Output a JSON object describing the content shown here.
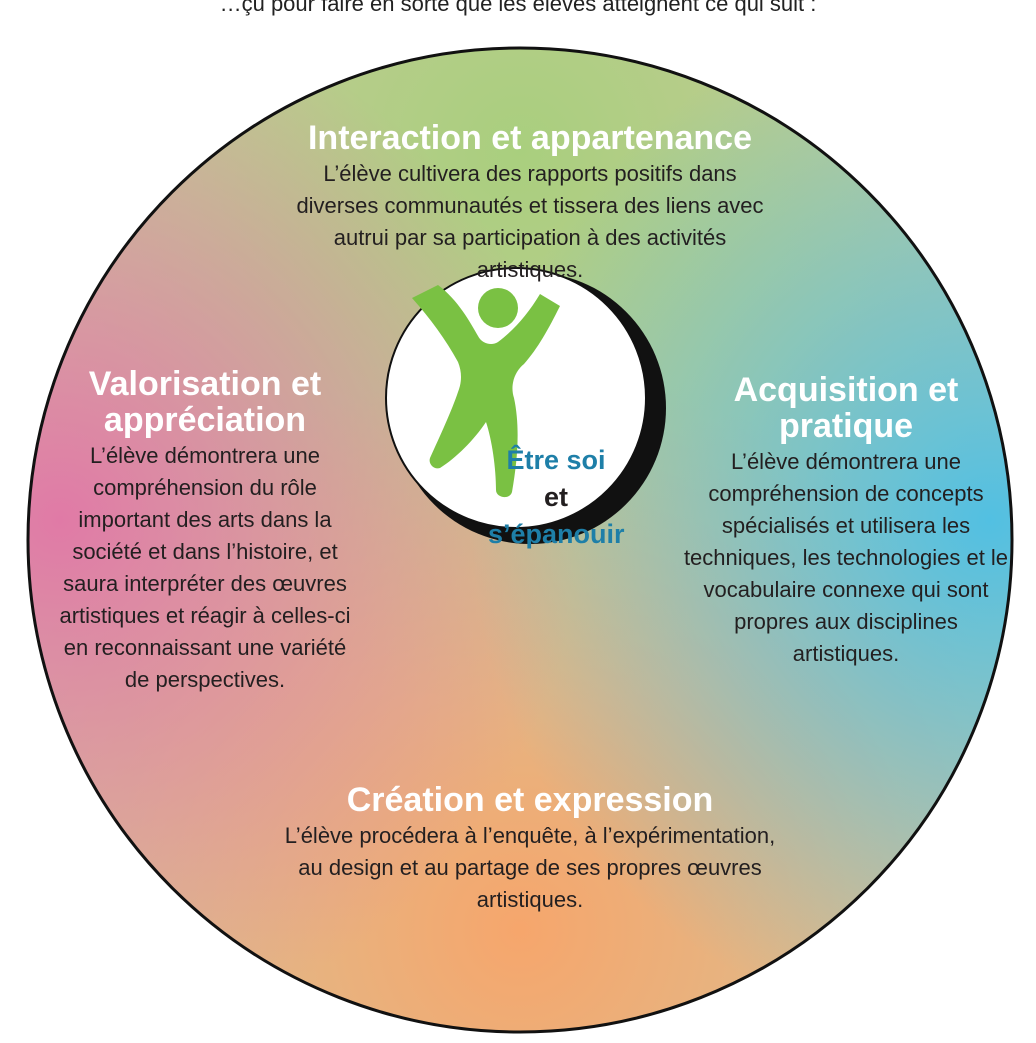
{
  "header": {
    "cut_text": "…çu pour faire en sorte que les élèves atteignent ce qui suit :"
  },
  "center": {
    "line1": "Être soi",
    "line2": "et",
    "line3": "s’épanouir",
    "figure_icon": "person-arms-raised-icon"
  },
  "quadrants": {
    "top": {
      "title": "Interaction et appartenance",
      "body": "L’élève cultivera des rapports positifs dans diverses communautés et tissera des liens avec autrui par sa participation à des activités artistiques.",
      "color": "#a9cf7e"
    },
    "left": {
      "title": "Valorisation et appréciation",
      "body": "L’élève démontrera une compréhension du rôle important des arts dans la société et dans l’histoire, et saura interpréter des œuvres artistiques et réagir à celles-ci en reconnaissant une variété de perspectives.",
      "color": "#e07aa6"
    },
    "right": {
      "title": "Acquisition et pratique",
      "body": "L’élève démontrera une compréhension de concepts spécialisés et utilisera les techniques, les technologies et le vocabulaire connexe qui sont propres aux disciplines artistiques.",
      "color": "#52c0e2"
    },
    "bottom": {
      "title": "Création et expression",
      "body": "L’élève procédera à l’enquête, à l’expérimentation, au design et au partage de ses propres œuvres artistiques.",
      "color": "#f6a66c"
    }
  },
  "colors": {
    "outline": "#111111",
    "figure": "#7ac143",
    "center_text": "#1e7fa8"
  }
}
